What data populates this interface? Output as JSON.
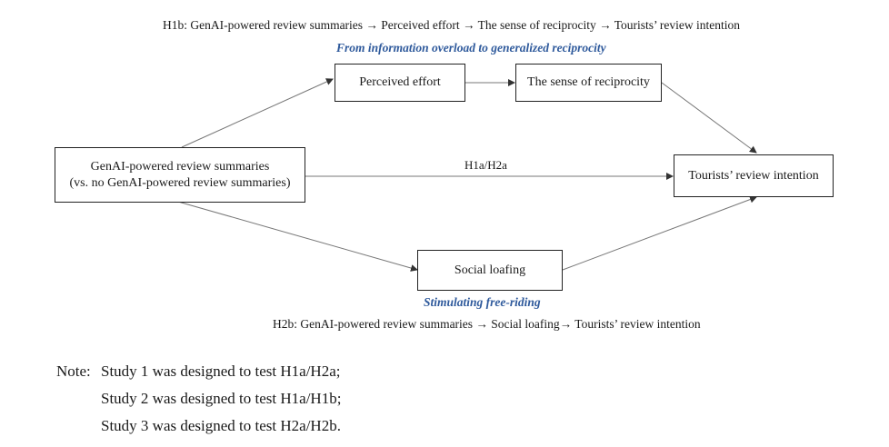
{
  "diagram": {
    "h1b_path": "H1b: GenAI-powered review summaries → Perceived effort → The sense of reciprocity → Tourists’ review intention",
    "top_caption": "From information overload  to generalized reciprocity",
    "nodes": {
      "perceived_effort": "Perceived effort",
      "reciprocity": "The sense of reciprocity",
      "genai_line1": "GenAI-powered review summaries",
      "genai_line2": "(vs. no GenAI-powered review summaries)",
      "intention": "Tourists’ review intention",
      "social_loafing": "Social loafing"
    },
    "direct_label": "H1a/H2a",
    "bottom_caption": "Stimulating free-riding",
    "h2b_path": "H2b: GenAI-powered review summaries → Social loafing→ Tourists’ review intention"
  },
  "note": {
    "prefix": "Note:",
    "line1": "Study 1 was designed to test H1a/H2a;",
    "line2": "Study 2 was designed to test H1a/H1b;",
    "line3": "Study 3 was designed to test H2a/H2b."
  },
  "colors": {
    "caption": "#2f5a9c",
    "lines": "#555555"
  }
}
